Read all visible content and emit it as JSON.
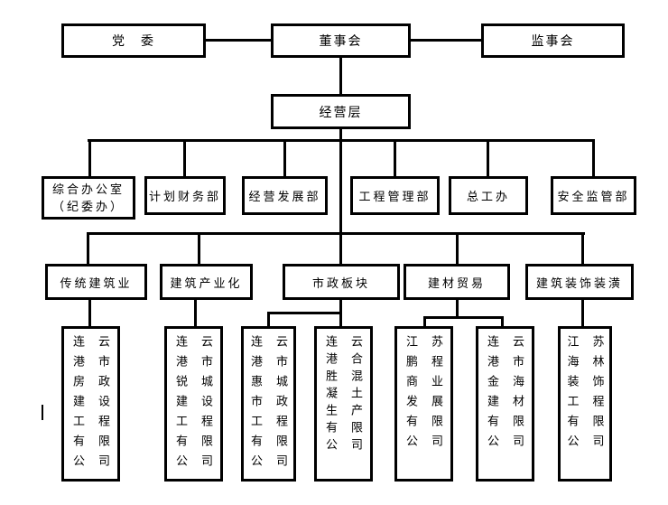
{
  "colors": {
    "ink": "#000000",
    "background": "#ffffff"
  },
  "org": {
    "top_row": [
      {
        "label": "党　委"
      },
      {
        "label": "董事会"
      },
      {
        "label": "监事会"
      }
    ],
    "management": {
      "label": "经营层"
    },
    "departments": [
      {
        "line1": "综合办公室",
        "line2": "（纪委办）"
      },
      {
        "label": "计划财务部"
      },
      {
        "label": "经营发展部"
      },
      {
        "label": "工程管理部"
      },
      {
        "label": "总工办"
      },
      {
        "label": "安全监管部"
      }
    ],
    "segments": [
      {
        "label": "传统建筑业"
      },
      {
        "label": "建筑产业化"
      },
      {
        "label": "市政板块"
      },
      {
        "label": "建材贸易"
      },
      {
        "label": "建筑装饰装潢"
      }
    ],
    "companies": [
      {
        "name": "连云港市房政建设工程有限公司",
        "col_left": "连港房建工有公",
        "col_right": "云市政设程限司"
      },
      {
        "name": "连云港市锐城建设工程有限公司",
        "col_left": "连港锐建工有公",
        "col_right": "云市城设程限司"
      },
      {
        "name": "连云港市惠城市政工程有限公司",
        "col_left": "连港惠市工有公",
        "col_right": "云市城政程限司"
      },
      {
        "name": "连云港合胜混凝土生产有限公司",
        "col_left": "连港胜凝生有公",
        "col_right": "云合混土产限司"
      },
      {
        "name": "江苏鹏程商业发展有限公司",
        "col_left": "江鹏商发有公",
        "col_right": "苏程业展限司"
      },
      {
        "name": "连云港市金海建材有限公司",
        "col_left": "连港金建有公",
        "col_right": "云市海材限司"
      },
      {
        "name": "江苏海林装饰工程有限公司",
        "col_left": "江海装工有公",
        "col_right": "苏林饰程限司"
      }
    ]
  }
}
